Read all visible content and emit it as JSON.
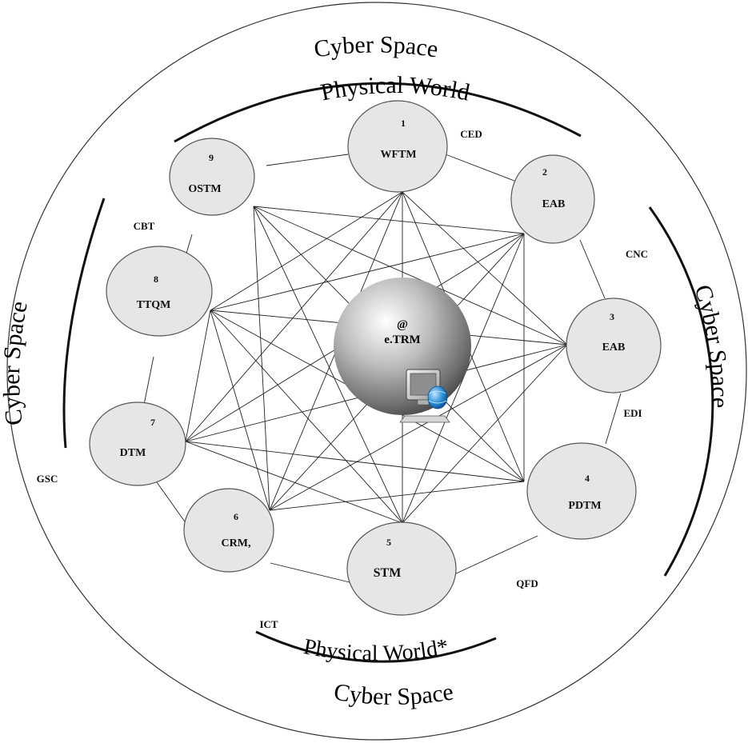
{
  "diagram": {
    "center": {
      "symbol": "@",
      "label": "e.TRM",
      "icon": "computer-globe-icon"
    },
    "nodes": [
      {
        "id": "1",
        "label": "WFTM"
      },
      {
        "id": "2",
        "label": "EAB"
      },
      {
        "id": "3",
        "label": "EAB"
      },
      {
        "id": "4",
        "label": "PDTM"
      },
      {
        "id": "5",
        "label": "STM"
      },
      {
        "id": "6",
        "label": "CRM,"
      },
      {
        "id": "7",
        "label": "DTM"
      },
      {
        "id": "8",
        "label": "TTQM"
      },
      {
        "id": "9",
        "label": "OSTM"
      }
    ],
    "acronyms": {
      "ced": "CED",
      "cnc": "CNC",
      "edi": "EDI",
      "qfd": "QFD",
      "ict": "ICT",
      "gsc": "GSC",
      "cbt": "CBT"
    },
    "outer_labels": {
      "top": "Cyber Space",
      "right": "Cyber Space",
      "bottom": "Cyber Space",
      "left": "Cyber Space"
    },
    "inner_labels": {
      "top": "Physical World",
      "bottom": "Physical World*"
    }
  }
}
